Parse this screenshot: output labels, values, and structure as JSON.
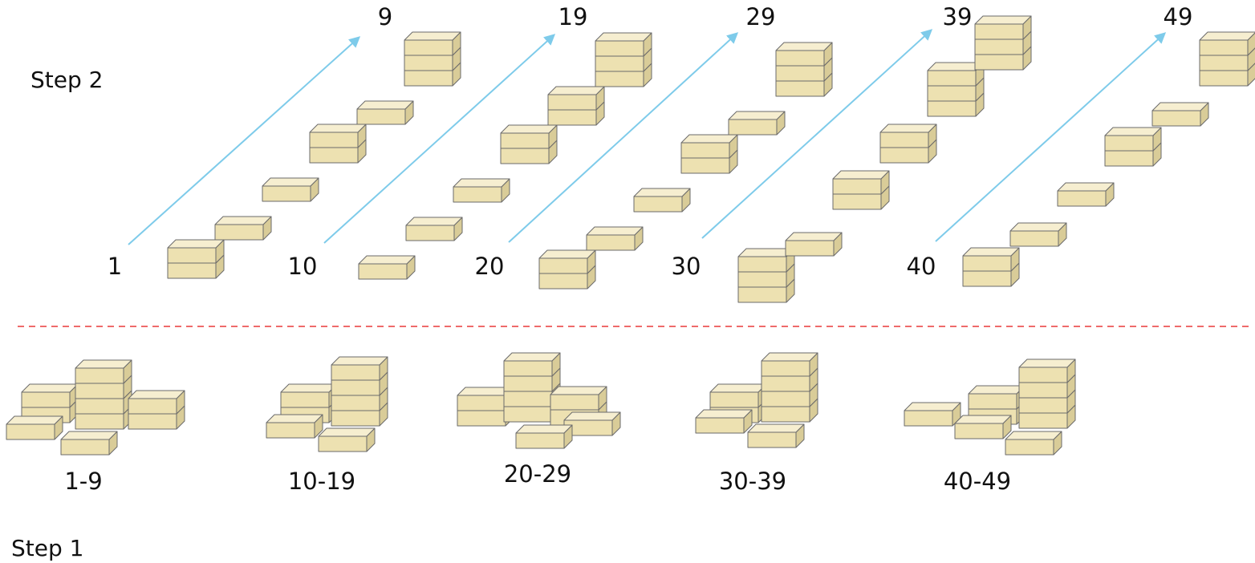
{
  "step2": {
    "label": "Step 2",
    "groups": [
      {
        "start": "1",
        "end": "9",
        "stacks": [
          2,
          1,
          1,
          2,
          1,
          3
        ]
      },
      {
        "start": "10",
        "end": "19",
        "stacks": [
          1,
          1,
          1,
          2,
          2,
          3
        ]
      },
      {
        "start": "20",
        "end": "29",
        "stacks": [
          2,
          1,
          1,
          2,
          1,
          3
        ]
      },
      {
        "start": "30",
        "end": "39",
        "stacks": [
          3,
          1,
          2,
          2,
          3,
          3
        ]
      },
      {
        "start": "40",
        "end": "49",
        "stacks": [
          2,
          1,
          1,
          2,
          1,
          3
        ]
      }
    ]
  },
  "step1": {
    "label": "Step 1",
    "groups": [
      {
        "label": "1-9"
      },
      {
        "label": "10-19"
      },
      {
        "label": "20-29"
      },
      {
        "label": "30-39"
      },
      {
        "label": "40-49"
      }
    ]
  },
  "colors": {
    "box_front": "#ede1b1",
    "box_top": "#f6eed0",
    "box_side": "#d9cc98",
    "box_edge": "#6b6b6b",
    "arrow": "#7ecbea",
    "divider": "#ef6a6a"
  }
}
